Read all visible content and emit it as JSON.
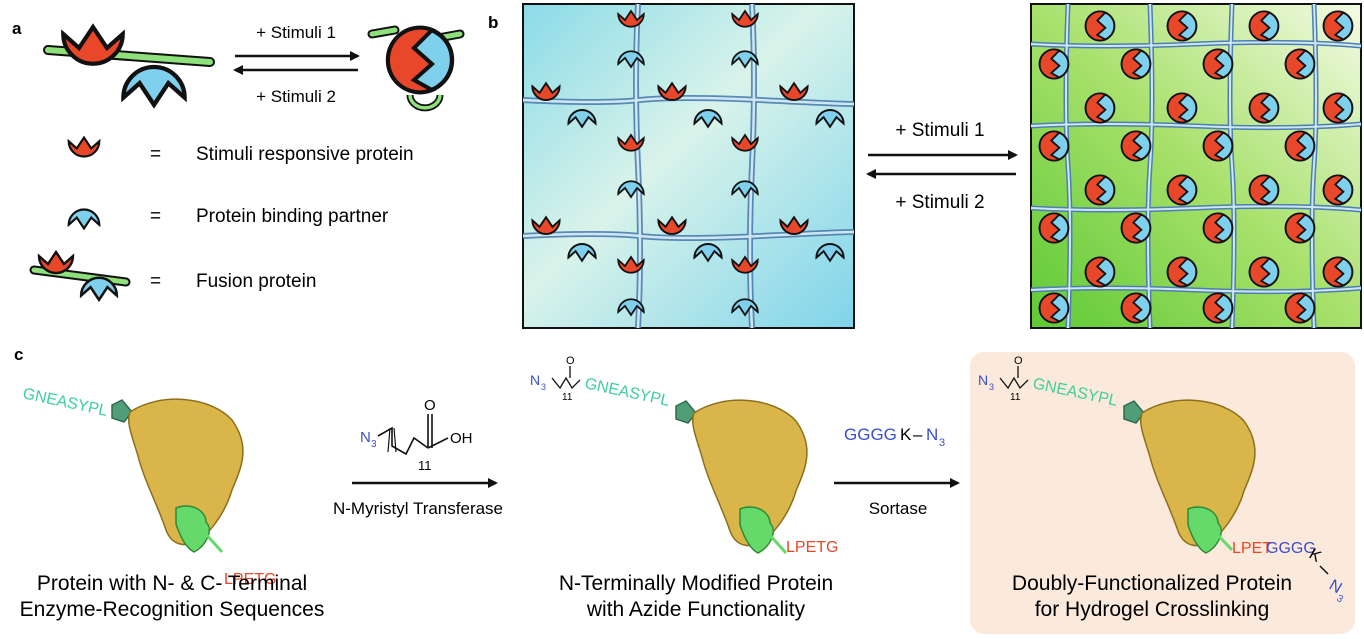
{
  "panel_a": {
    "label": "a",
    "arrow_forward": "+ Stimuli 1",
    "arrow_reverse": "+ Stimuli 2",
    "legend": [
      {
        "eq": "=",
        "text": "Stimuli responsive protein"
      },
      {
        "eq": "=",
        "text": "Protein binding partner"
      },
      {
        "eq": "=",
        "text": "Fusion protein"
      }
    ]
  },
  "panel_b": {
    "label": "b",
    "arrow_forward": "+ Stimuli 1",
    "arrow_reverse": "+ Stimuli 2"
  },
  "panel_c": {
    "label": "c",
    "step1": {
      "n_seq": "GNEASYPL",
      "c_seq": "LPETG",
      "caption_l1": "Protein with N- & C- Terminal",
      "caption_l2": "Enzyme-Recognition Sequences"
    },
    "reagent1": {
      "azide": "N",
      "sub3": "3",
      "sub11": "11",
      "o": "O",
      "oh": "OH",
      "enzyme": "N-Myristyl Transferase"
    },
    "step2": {
      "azide": "N",
      "sub3": "3",
      "sub11": "11",
      "o": "O",
      "n_seq": "GNEASYPL",
      "c_seq": "LPETG",
      "caption_l1": "N-Terminally Modified Protein",
      "caption_l2": "with Azide Functionality"
    },
    "reagent2": {
      "gggg": "GGGG",
      "k": "K",
      "dash": "–",
      "azide": "N",
      "sub3": "3",
      "enzyme": "Sortase"
    },
    "step3": {
      "azide": "N",
      "sub3": "3",
      "sub11": "11",
      "o": "O",
      "n_seq": "GNEASYPL",
      "c_lpet": "LPET",
      "c_gggg": "GGGG",
      "c_k": "K",
      "c_n": "N",
      "c_sub3": "3",
      "caption_l1": "Doubly-Functionalized Protein",
      "caption_l2": "for Hydrogel Crosslinking"
    }
  },
  "colors": {
    "red": "#e8472a",
    "blue": "#7fd0ec",
    "green_linker": "#8ee07a",
    "teal_text": "#3fcf9a",
    "orange_text": "#e8472a",
    "azide_blue": "#3a4fc9",
    "protein_gold": "#d9b54a",
    "highlight_bg": "#fbe9dc"
  }
}
